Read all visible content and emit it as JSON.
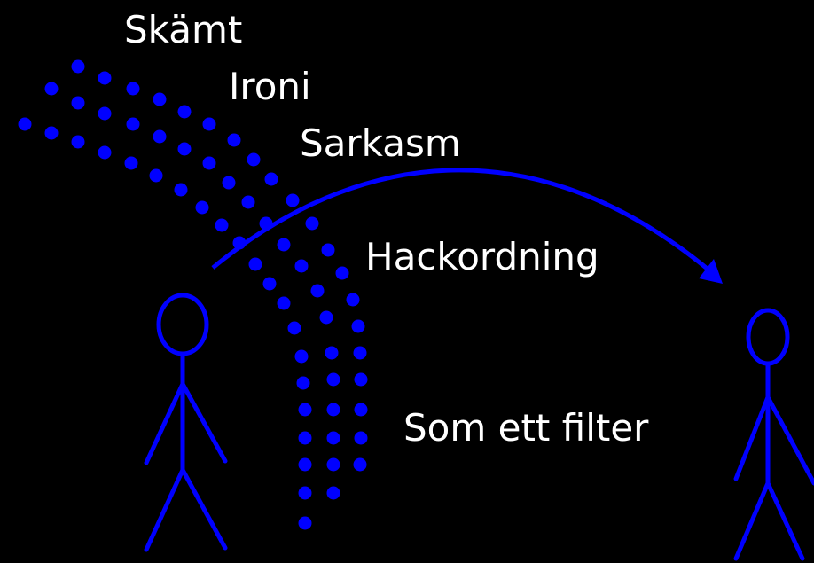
{
  "labels": {
    "skamt": "Skämt",
    "ironi": "Ironi",
    "sarkasm": "Sarkasm",
    "hackordning": "Hackordning",
    "filter": "Som ett filter"
  },
  "colors": {
    "background": "#000000",
    "figure": "#0000ff",
    "text": "#ffffff"
  },
  "icons": {
    "sender": "stick-figure-icon",
    "receiver": "stick-figure-icon",
    "message": "arc-arrow-icon",
    "filter": "dotted-filter-band"
  }
}
